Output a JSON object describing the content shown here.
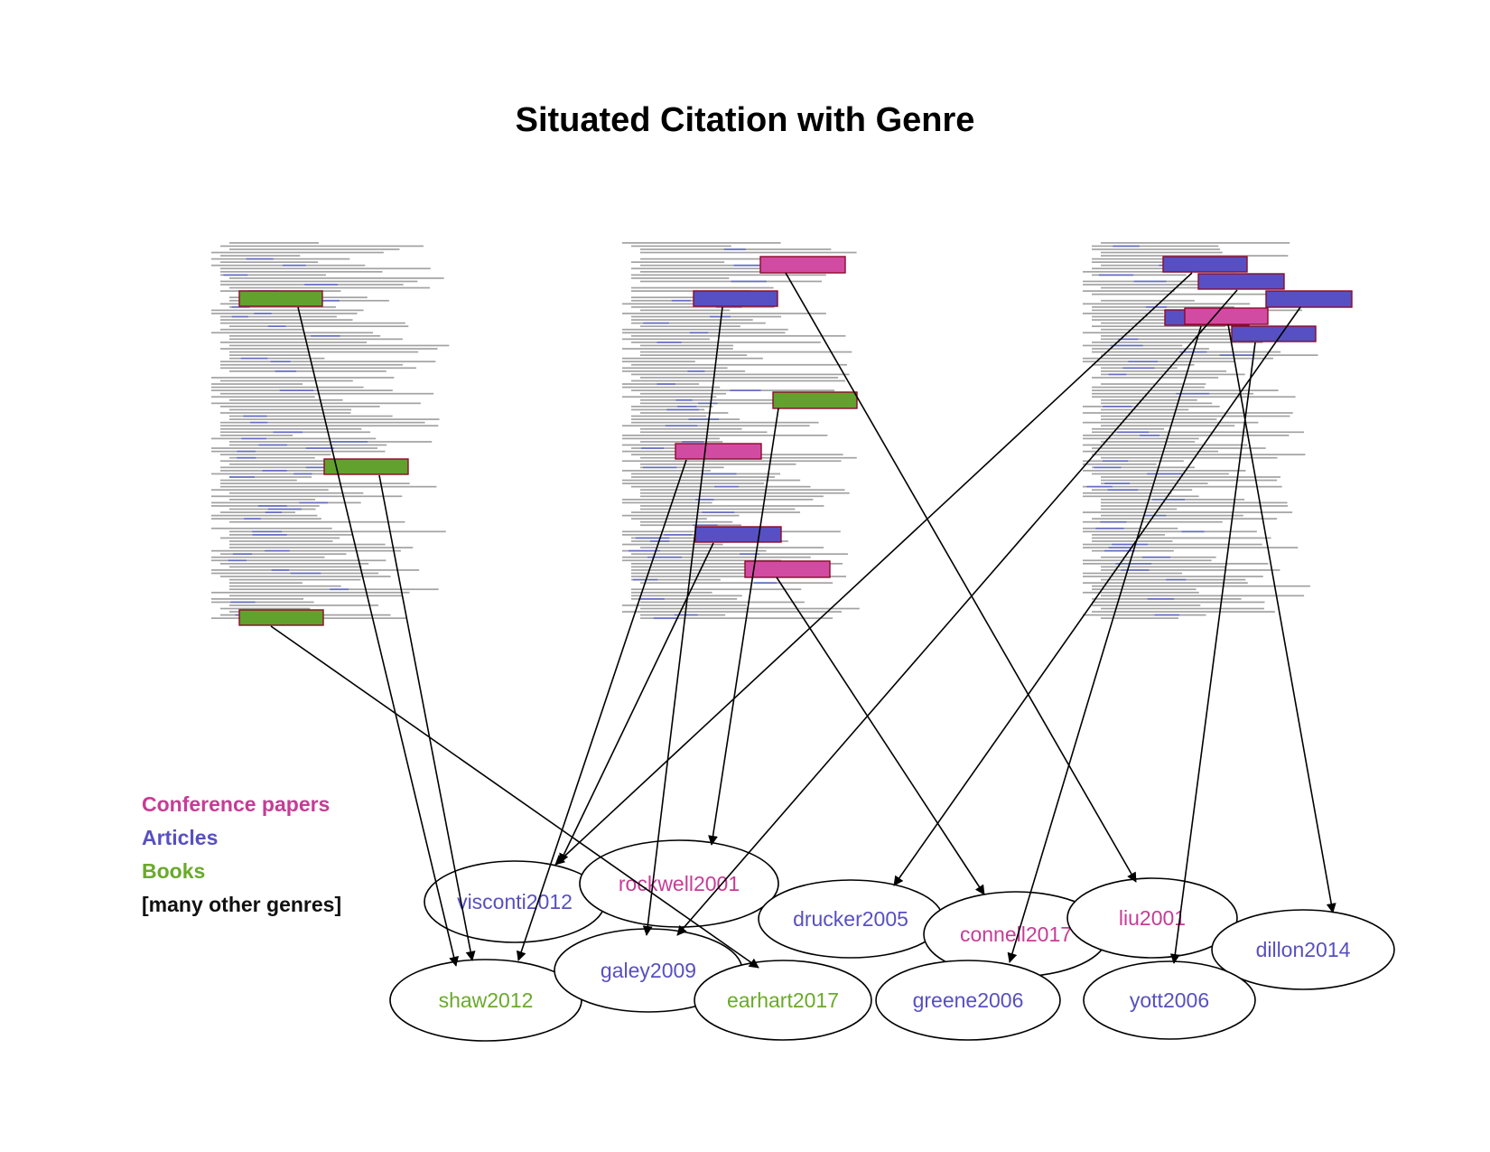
{
  "title": "Situated Citation with Genre",
  "legend": [
    {
      "label": "Conference papers",
      "color": "#c63c96"
    },
    {
      "label": "Articles",
      "color": "#5750c0"
    },
    {
      "label": "Books",
      "color": "#6aaa2a"
    },
    {
      "label": "[many other genres]",
      "color": "#111111"
    }
  ],
  "colors": {
    "conference": "#c63c96",
    "article": "#5750c0",
    "book": "#6aaa2a",
    "highlight_conference": "#d24ba3",
    "highlight_article": "#5650c4",
    "highlight_book": "#62a12e",
    "highlight_border": "#8b0a2a",
    "arrow": "#000000",
    "doc_text": "#555555",
    "doc_tag": "#4a55d0"
  },
  "nodes": [
    {
      "id": "visconti2012",
      "label": "visconti2012",
      "genre": "article"
    },
    {
      "id": "rockwell2001",
      "label": "rockwell2001",
      "genre": "conference"
    },
    {
      "id": "drucker2005",
      "label": "drucker2005",
      "genre": "article"
    },
    {
      "id": "connell2017",
      "label": "connell2017",
      "genre": "conference"
    },
    {
      "id": "liu2001",
      "label": "liu2001",
      "genre": "conference"
    },
    {
      "id": "dillon2014",
      "label": "dillon2014",
      "genre": "article"
    },
    {
      "id": "shaw2012",
      "label": "shaw2012",
      "genre": "book"
    },
    {
      "id": "galey2009",
      "label": "galey2009",
      "genre": "article"
    },
    {
      "id": "earhart2017",
      "label": "earhart2017",
      "genre": "book"
    },
    {
      "id": "greene2006",
      "label": "greene2006",
      "genre": "article"
    },
    {
      "id": "yott2006",
      "label": "yott2006",
      "genre": "article"
    }
  ],
  "documents": [
    {
      "id": "doc-left",
      "highlights": [
        {
          "genre": "book",
          "target": "shaw2012"
        },
        {
          "genre": "book",
          "target": "shaw2012"
        },
        {
          "genre": "book",
          "target": "earhart2017"
        }
      ]
    },
    {
      "id": "doc-middle",
      "highlights": [
        {
          "genre": "conference",
          "target": "liu2001"
        },
        {
          "genre": "article",
          "target": "galey2009"
        },
        {
          "genre": "book",
          "target": "rockwell2001"
        },
        {
          "genre": "conference",
          "target": "shaw2012"
        },
        {
          "genre": "article",
          "target": "visconti2012"
        },
        {
          "genre": "conference",
          "target": "connell2017"
        }
      ]
    },
    {
      "id": "doc-right",
      "highlights": [
        {
          "genre": "article",
          "target": "visconti2012"
        },
        {
          "genre": "article",
          "target": "galey2009"
        },
        {
          "genre": "article",
          "target": "drucker2005"
        },
        {
          "genre": "article",
          "target": "greene2006"
        },
        {
          "genre": "article",
          "target": "yott2006"
        },
        {
          "genre": "conference",
          "target": "dillon2014"
        }
      ]
    }
  ]
}
